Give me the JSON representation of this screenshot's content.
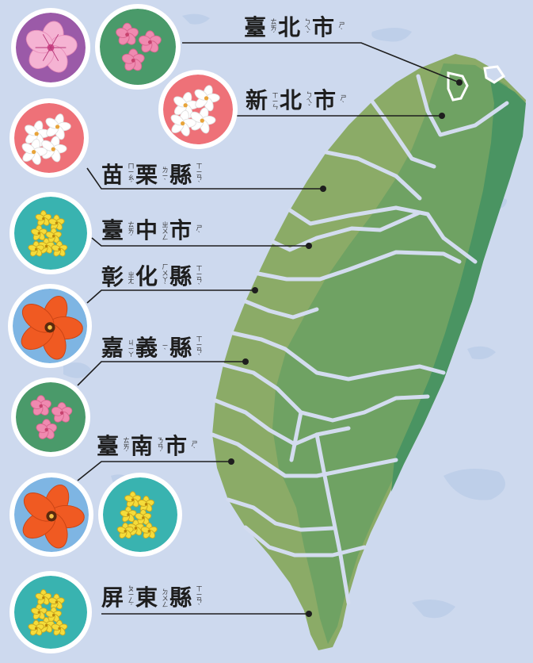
{
  "map": {
    "colors": {
      "sea": "#cdd9ee",
      "sea_texture": "#b8cbe7",
      "land_light": "#8bab67",
      "land_mid": "#6fa263",
      "land_dark": "#4a9462",
      "boundary": "#d3dcef",
      "leader": "#1e1e1e"
    },
    "labels": [
      {
        "id": "taipei",
        "chars": [
          {
            "han": "臺",
            "zy": "ㄊㄞˊ"
          },
          {
            "han": "北",
            "zy": "ㄅㄟˇ"
          },
          {
            "han": "市",
            "zy": "ㄕˋ"
          }
        ]
      },
      {
        "id": "new-taipei",
        "chars": [
          {
            "han": "新",
            "zy": "ㄒㄧㄣ"
          },
          {
            "han": "北",
            "zy": "ㄅㄟˇ"
          },
          {
            "han": "市",
            "zy": "ㄕˋ"
          }
        ]
      },
      {
        "id": "miaoli",
        "chars": [
          {
            "han": "苗",
            "zy": "ㄇㄧㄠˊ"
          },
          {
            "han": "栗",
            "zy": "ㄌㄧˋ"
          },
          {
            "han": "縣",
            "zy": "ㄒㄧㄢˋ"
          }
        ]
      },
      {
        "id": "taichung",
        "chars": [
          {
            "han": "臺",
            "zy": "ㄊㄞˊ"
          },
          {
            "han": "中",
            "zy": "ㄓㄨㄥ"
          },
          {
            "han": "市",
            "zy": "ㄕˋ"
          }
        ]
      },
      {
        "id": "changhua",
        "chars": [
          {
            "han": "彰",
            "zy": "ㄓㄤ"
          },
          {
            "han": "化",
            "zy": "ㄏㄨㄚˋ"
          },
          {
            "han": "縣",
            "zy": "ㄒㄧㄢˋ"
          }
        ]
      },
      {
        "id": "chiayi",
        "chars": [
          {
            "han": "嘉",
            "zy": "ㄐㄧㄚ"
          },
          {
            "han": "義",
            "zy": "ㄧˋ"
          },
          {
            "han": "縣",
            "zy": "ㄒㄧㄢˋ"
          }
        ]
      },
      {
        "id": "tainan",
        "chars": [
          {
            "han": "臺",
            "zy": "ㄊㄞˊ"
          },
          {
            "han": "南",
            "zy": "ㄋㄢˊ"
          },
          {
            "han": "市",
            "zy": "ㄕˋ"
          }
        ]
      },
      {
        "id": "pingtung",
        "chars": [
          {
            "han": "屏",
            "zy": "ㄆㄧㄥˊ"
          },
          {
            "han": "東",
            "zy": "ㄉㄨㄥ"
          },
          {
            "han": "縣",
            "zy": "ㄒㄧㄢˋ"
          }
        ]
      }
    ],
    "badges": [
      {
        "id": "taipei-1",
        "flower": "azalea-icon",
        "ring": "#ffffff",
        "bg": "#9b5aa8",
        "petal": "#f5b3d3"
      },
      {
        "id": "taipei-2",
        "flower": "cherry-blossom-icon",
        "ring": "#ffffff",
        "bg": "#4a9a6a",
        "petal": "#ef8ab0"
      },
      {
        "id": "new-taipei",
        "flower": "tung-blossom-icon",
        "ring": "#ffffff",
        "bg": "#ee7178",
        "petal": "#ffffff"
      },
      {
        "id": "miaoli",
        "flower": "tung-blossom-icon",
        "ring": "#ffffff",
        "bg": "#ee7178",
        "petal": "#ffffff"
      },
      {
        "id": "taichung",
        "flower": "golden-shower-icon",
        "ring": "#ffffff",
        "bg": "#39b3b0",
        "petal": "#f5dc3a"
      },
      {
        "id": "changhua",
        "flower": "kapok-icon",
        "ring": "#ffffff",
        "bg": "#7eb5e3",
        "petal": "#f05a22"
      },
      {
        "id": "chiayi",
        "flower": "cherry-blossom-icon",
        "ring": "#ffffff",
        "bg": "#4a9a6a",
        "petal": "#ef8ab0"
      },
      {
        "id": "tainan-1",
        "flower": "kapok-icon",
        "ring": "#ffffff",
        "bg": "#7eb5e3",
        "petal": "#f05a22"
      },
      {
        "id": "tainan-2",
        "flower": "golden-shower-icon",
        "ring": "#ffffff",
        "bg": "#39b3b0",
        "petal": "#f5dc3a"
      },
      {
        "id": "pingtung",
        "flower": "golden-shower-icon",
        "ring": "#ffffff",
        "bg": "#39b3b0",
        "petal": "#f5dc3a"
      }
    ]
  }
}
